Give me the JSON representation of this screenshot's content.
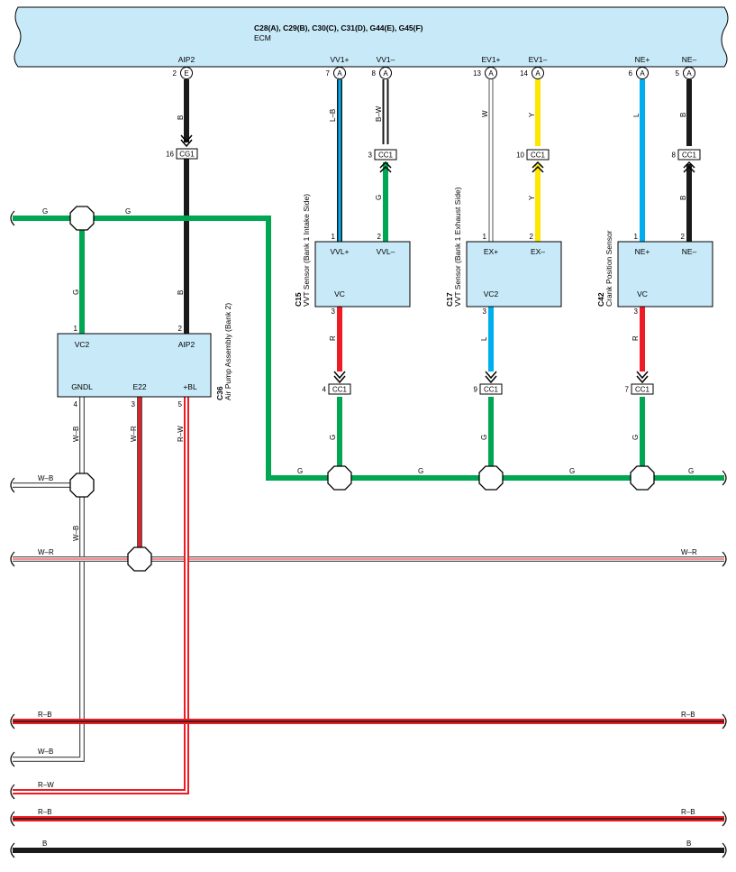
{
  "ecm": {
    "title": "C28(A), C29(B), C30(C), C31(D), G44(E), G45(F)",
    "name": "ECM",
    "terminals": [
      {
        "id": "aip2",
        "label": "AIP2",
        "pin": "2",
        "conn": "E"
      },
      {
        "id": "vv1p",
        "label": "VV1+",
        "pin": "7",
        "conn": "A"
      },
      {
        "id": "vv1m",
        "label": "VV1–",
        "pin": "8",
        "conn": "A"
      },
      {
        "id": "ev1p",
        "label": "EV1+",
        "pin": "13",
        "conn": "A"
      },
      {
        "id": "ev1m",
        "label": "EV1–",
        "pin": "14",
        "conn": "A"
      },
      {
        "id": "nep",
        "label": "NE+",
        "pin": "6",
        "conn": "A"
      },
      {
        "id": "nem",
        "label": "NE–",
        "pin": "5",
        "conn": "A"
      }
    ]
  },
  "connectors": [
    {
      "id": "cg1",
      "name": "CG1",
      "pin": "16"
    },
    {
      "id": "cc1_vvm",
      "name": "CC1",
      "pin": "3"
    },
    {
      "id": "cc1_evm",
      "name": "CC1",
      "pin": "10"
    },
    {
      "id": "cc1_nem",
      "name": "CC1",
      "pin": "8"
    },
    {
      "id": "cc1_c15",
      "name": "CC1",
      "pin": "4"
    },
    {
      "id": "cc1_c17",
      "name": "CC1",
      "pin": "9"
    },
    {
      "id": "cc1_c42",
      "name": "CC1",
      "pin": "7"
    }
  ],
  "components": {
    "c15": {
      "code": "C15",
      "name": "VVT Sensor (Bank 1 Intake Side)",
      "t1": "VVL+",
      "t1_pin": "1",
      "t2": "VVL–",
      "t2_pin": "2",
      "t3": "VC",
      "t3_pin": "3"
    },
    "c17": {
      "code": "C17",
      "name": "VVT Sensor (Bank 1 Exhaust Side)",
      "t1": "EX+",
      "t1_pin": "1",
      "t2": "EX–",
      "t2_pin": "2",
      "t3": "VC2",
      "t3_pin": "3"
    },
    "c42": {
      "code": "C42",
      "name": "Crank Position Sensor",
      "t1": "NE+",
      "t1_pin": "1",
      "t2": "NE–",
      "t2_pin": "2",
      "t3": "VC",
      "t3_pin": "3"
    },
    "c36": {
      "code": "C36",
      "name": "Air Pump Assembly (Bank 2)",
      "t_vc2": "VC2",
      "t_vc2_pin": "1",
      "t_aip2": "AIP2",
      "t_aip2_pin": "2",
      "t_gndl": "GNDL",
      "t_gndl_pin": "4",
      "t_e22": "E22",
      "t_e22_pin": "3",
      "t_bl": "+BL",
      "t_bl_pin": "5"
    }
  },
  "wire_labels": {
    "b": "B",
    "lb": "L–B",
    "bw": "B–W",
    "w": "W",
    "y": "Y",
    "l": "L",
    "g": "G",
    "r": "R",
    "wb": "W–B",
    "wr": "W–R",
    "rw": "R–W",
    "rb": "R–B"
  },
  "wire_colors": {
    "black": "#1a1a1a",
    "green": "#00a651",
    "red": "#ed1c24",
    "blue": "#00aeef",
    "yellow": "#ffe600",
    "white": "#ffffff",
    "ecm_fill": "#c8e9f8",
    "box_fill": "#c8e9f8"
  }
}
